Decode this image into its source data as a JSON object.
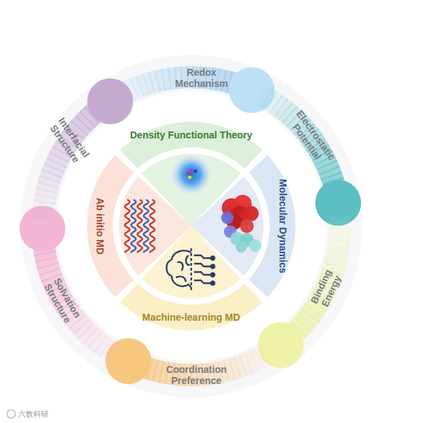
{
  "diagram": {
    "nodes": [
      {
        "text": [
          "Redox Mechanism"
        ]
      },
      {
        "text": [
          "Electrostatic Potential"
        ]
      },
      {
        "text": [
          "Binding Energy"
        ]
      },
      {
        "text": [
          "Coordination Preference"
        ]
      },
      {
        "text": [
          "Solvation Structure"
        ]
      },
      {
        "text": [
          "Interfacial Structure"
        ]
      },
      {
        "text": [
          "Density Functional Theory"
        ]
      },
      {
        "text": [
          "Molecular Dynamics"
        ]
      },
      {
        "text": [
          "Machine-learning MD"
        ]
      },
      {
        "text": [
          "Ab initio MD"
        ]
      }
    ],
    "labels": [
      "六数科研"
    ]
  }
}
